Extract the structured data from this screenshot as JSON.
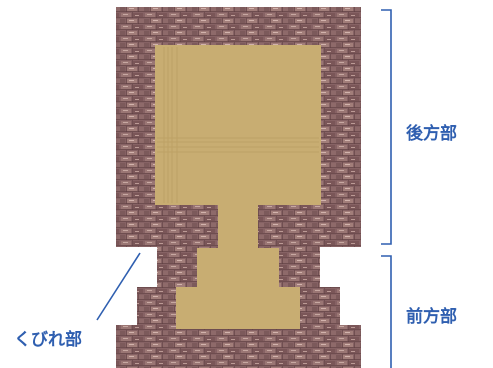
{
  "labels": {
    "rear": "後方部",
    "front": "前方部",
    "waist": "くびれ部"
  },
  "colors": {
    "brick_base": "#866264",
    "brick_light": "#b89490",
    "brick_dark": "#5a3c3e",
    "fill": "#c8ad72",
    "fill_line": "#b79a5e",
    "annotation": "#2f5fb0",
    "background": "#ffffff"
  }
}
